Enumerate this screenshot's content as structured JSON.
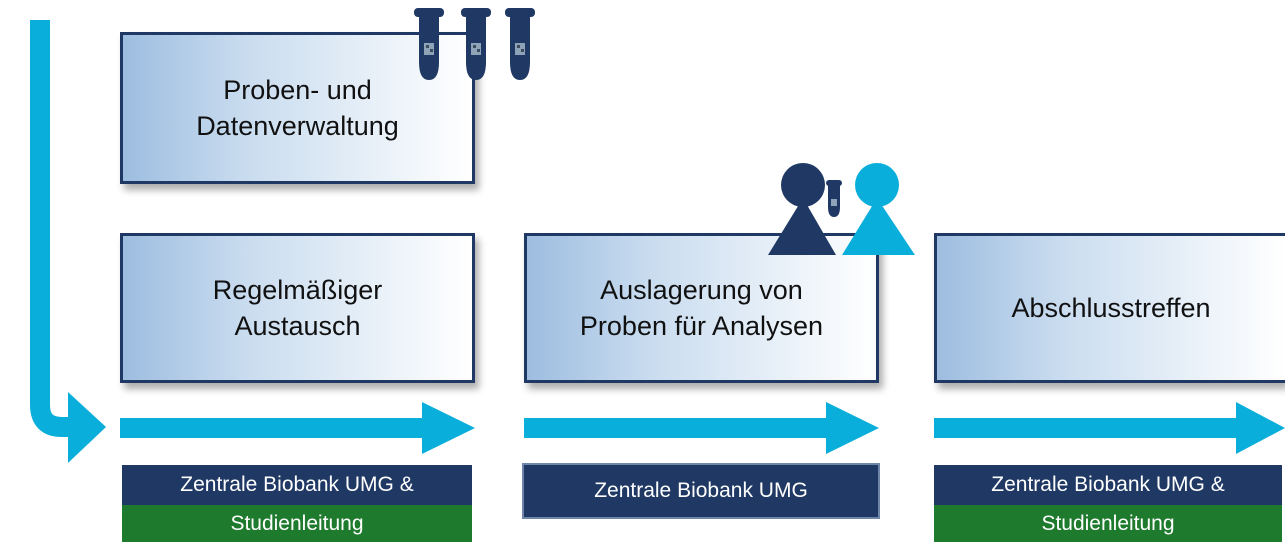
{
  "colors": {
    "arrow": "#0aaedb",
    "box_border": "#1f3864",
    "label_blue": "#1f3864",
    "label_green": "#1e7a2c",
    "person_dark": "#1f3864",
    "person_light": "#0aaedb"
  },
  "boxes": [
    {
      "text": "Proben- und\nDatenverwaltung"
    },
    {
      "text": "Regelmäßiger\nAustausch"
    },
    {
      "text": "Auslagerung von\nProben für Analysen"
    },
    {
      "text": "Abschlusstreffen"
    }
  ],
  "labels": [
    {
      "line1": "Zentrale Biobank UMG &",
      "line2": "Studienleitung"
    },
    {
      "line1": "Zentrale Biobank UMG"
    },
    {
      "line1": "Zentrale Biobank UMG &",
      "line2": "Studienleitung"
    }
  ],
  "icons": [
    "sample-tube-icon",
    "people-exchange-icon"
  ]
}
